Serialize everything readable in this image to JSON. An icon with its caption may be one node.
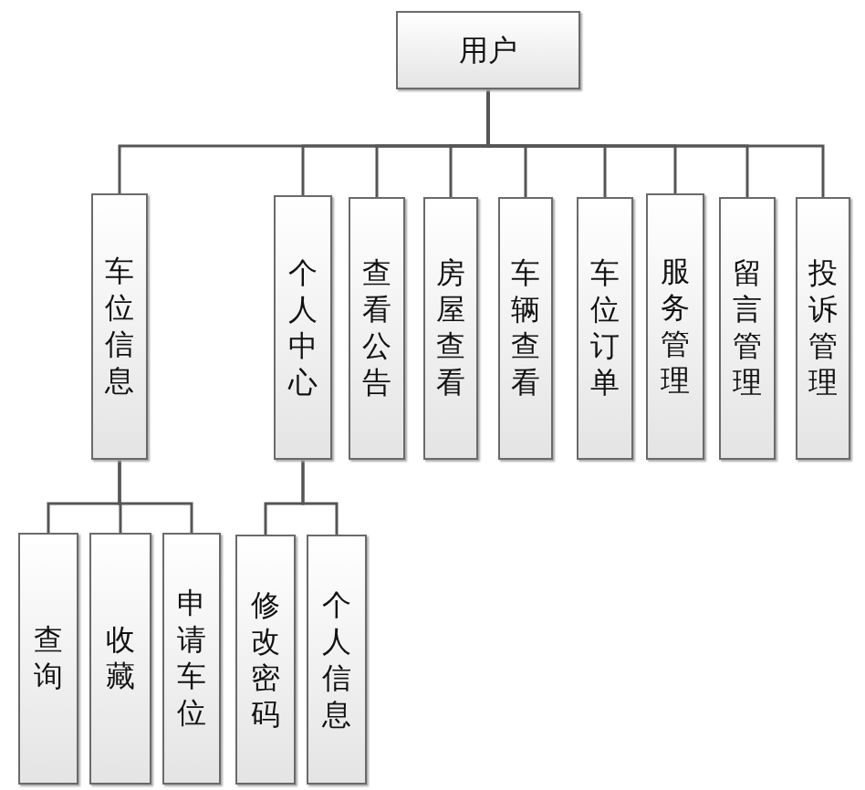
{
  "diagram": {
    "nodes": [
      {
        "text": [
          "用户"
        ]
      },
      {
        "text": [
          "车位信息"
        ]
      },
      {
        "text": [
          "个人中心"
        ]
      },
      {
        "text": [
          "查看公告"
        ]
      },
      {
        "text": [
          "房屋查看"
        ]
      },
      {
        "text": [
          "车辆查看"
        ]
      },
      {
        "text": [
          "车位订单"
        ]
      },
      {
        "text": [
          "服务管理"
        ]
      },
      {
        "text": [
          "留言管理"
        ]
      },
      {
        "text": [
          "投诉管理"
        ]
      },
      {
        "text": [
          "查询"
        ]
      },
      {
        "text": [
          "收藏"
        ]
      },
      {
        "text": [
          "申请车位"
        ]
      },
      {
        "text": [
          "修改密码"
        ]
      },
      {
        "text": [
          "个人信息"
        ]
      }
    ],
    "edges": [
      {
        "from": 0,
        "to": 1,
        "arrow": "none"
      },
      {
        "from": 0,
        "to": 2,
        "arrow": "none"
      },
      {
        "from": 0,
        "to": 3,
        "arrow": "none"
      },
      {
        "from": 0,
        "to": 4,
        "arrow": "none"
      },
      {
        "from": 0,
        "to": 5,
        "arrow": "none"
      },
      {
        "from": 0,
        "to": 6,
        "arrow": "none"
      },
      {
        "from": 0,
        "to": 7,
        "arrow": "none"
      },
      {
        "from": 0,
        "to": 8,
        "arrow": "none"
      },
      {
        "from": 0,
        "to": 9,
        "arrow": "none"
      },
      {
        "from": 1,
        "to": 10,
        "arrow": "none"
      },
      {
        "from": 1,
        "to": 11,
        "arrow": "none"
      },
      {
        "from": 1,
        "to": 12,
        "arrow": "none"
      },
      {
        "from": 2,
        "to": 13,
        "arrow": "none"
      },
      {
        "from": 2,
        "to": 14,
        "arrow": "none"
      }
    ]
  }
}
